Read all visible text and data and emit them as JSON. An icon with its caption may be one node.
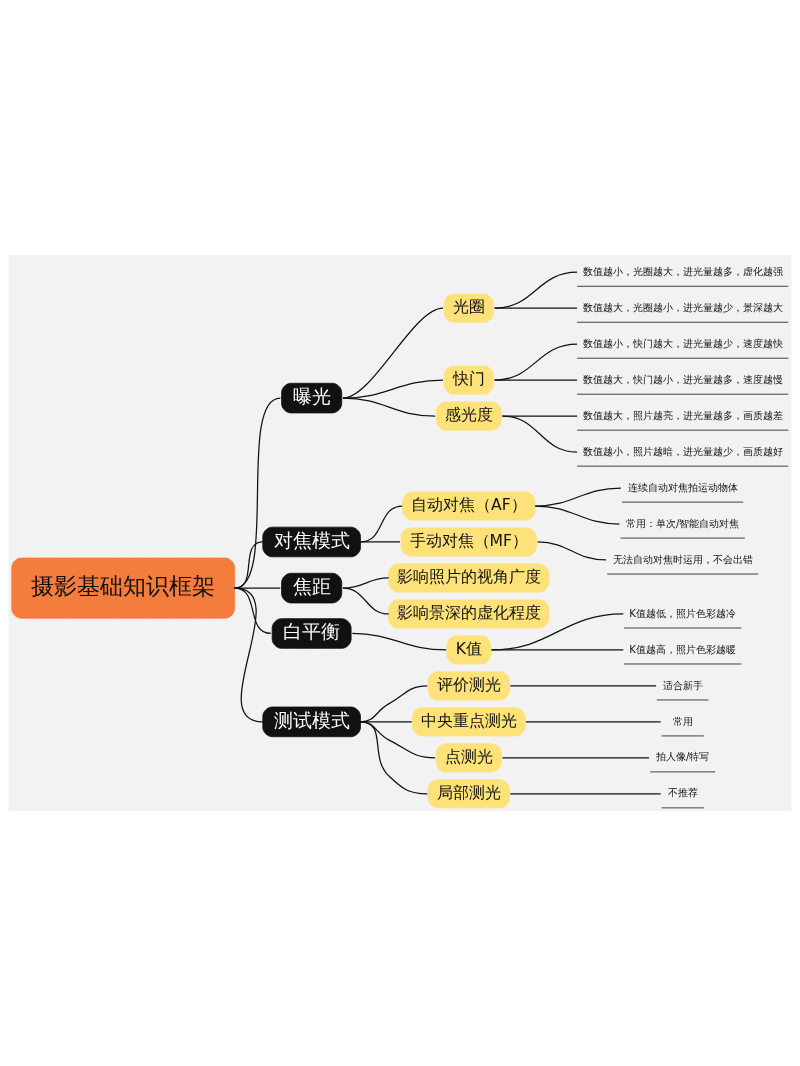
{
  "diagram": {
    "nodes": [
      {
        "text": [
          "摄影基础知识框架"
        ]
      },
      {
        "text": [
          "曝光"
        ]
      },
      {
        "text": [
          "光圈"
        ]
      },
      {
        "text": [
          "数值越小，光圈越大，进光量越多，虚化越强"
        ]
      },
      {
        "text": [
          "数值越大，光圈越小，进光量越少，景深越大"
        ]
      },
      {
        "text": [
          "快门"
        ]
      },
      {
        "text": [
          "数值越小，快门越大，进光量越少，速度越快"
        ]
      },
      {
        "text": [
          "数值越大，快门越小，进光量越多，速度越慢"
        ]
      },
      {
        "text": [
          "感光度"
        ]
      },
      {
        "text": [
          "数值越大，照片越亮，进光量越多，画质越差"
        ]
      },
      {
        "text": [
          "数值越小，照片越暗，进光量越少，画质越好"
        ]
      },
      {
        "text": [
          "对焦模式"
        ]
      },
      {
        "text": [
          "自动对焦（AF）"
        ]
      },
      {
        "text": [
          "连续自动对焦拍运动物体"
        ]
      },
      {
        "text": [
          "常用：单次/智能自动对焦"
        ]
      },
      {
        "text": [
          "手动对焦（MF）"
        ]
      },
      {
        "text": [
          "无法自动对焦时运用，不会出错"
        ]
      },
      {
        "text": [
          "焦距"
        ]
      },
      {
        "text": [
          "影响照片的视角广度"
        ]
      },
      {
        "text": [
          "影响景深的虚化程度"
        ]
      },
      {
        "text": [
          "白平衡"
        ]
      },
      {
        "text": [
          "K值"
        ]
      },
      {
        "text": [
          "K值越低，照片色彩越冷"
        ]
      },
      {
        "text": [
          "K值越高，照片色彩越暖"
        ]
      },
      {
        "text": [
          "测试模式"
        ]
      },
      {
        "text": [
          "评价测光"
        ]
      },
      {
        "text": [
          "适合新手"
        ]
      },
      {
        "text": [
          "中央重点测光"
        ]
      },
      {
        "text": [
          "常用"
        ]
      },
      {
        "text": [
          "点测光"
        ]
      },
      {
        "text": [
          "拍人像/特写"
        ]
      },
      {
        "text": [
          "局部测光"
        ]
      },
      {
        "text": [
          "不推荐"
        ]
      }
    ],
    "edges": [
      {
        "from": 0,
        "to": 1,
        "arrow": "none"
      },
      {
        "from": 1,
        "to": 2,
        "arrow": "none"
      },
      {
        "from": 2,
        "to": 3,
        "arrow": "none"
      },
      {
        "from": 2,
        "to": 4,
        "arrow": "none"
      },
      {
        "from": 1,
        "to": 5,
        "arrow": "none"
      },
      {
        "from": 5,
        "to": 6,
        "arrow": "none"
      },
      {
        "from": 5,
        "to": 7,
        "arrow": "none"
      },
      {
        "from": 1,
        "to": 8,
        "arrow": "none"
      },
      {
        "from": 8,
        "to": 9,
        "arrow": "none"
      },
      {
        "from": 8,
        "to": 10,
        "arrow": "none"
      },
      {
        "from": 0,
        "to": 11,
        "arrow": "none"
      },
      {
        "from": 11,
        "to": 12,
        "arrow": "none"
      },
      {
        "from": 12,
        "to": 13,
        "arrow": "none"
      },
      {
        "from": 12,
        "to": 14,
        "arrow": "none"
      },
      {
        "from": 11,
        "to": 15,
        "arrow": "none"
      },
      {
        "from": 15,
        "to": 16,
        "arrow": "none"
      },
      {
        "from": 0,
        "to": 17,
        "arrow": "none"
      },
      {
        "from": 17,
        "to": 18,
        "arrow": "none"
      },
      {
        "from": 17,
        "to": 19,
        "arrow": "none"
      },
      {
        "from": 0,
        "to": 20,
        "arrow": "none"
      },
      {
        "from": 20,
        "to": 21,
        "arrow": "none"
      },
      {
        "from": 21,
        "to": 22,
        "arrow": "none"
      },
      {
        "from": 21,
        "to": 23,
        "arrow": "none"
      },
      {
        "from": 0,
        "to": 24,
        "arrow": "none"
      },
      {
        "from": 24,
        "to": 25,
        "arrow": "none"
      },
      {
        "from": 25,
        "to": 26,
        "arrow": "none"
      },
      {
        "from": 24,
        "to": 27,
        "arrow": "none"
      },
      {
        "from": 27,
        "to": 28,
        "arrow": "none"
      },
      {
        "from": 24,
        "to": 29,
        "arrow": "none"
      },
      {
        "from": 29,
        "to": 30,
        "arrow": "none"
      },
      {
        "from": 24,
        "to": 31,
        "arrow": "none"
      },
      {
        "from": 31,
        "to": 32,
        "arrow": "none"
      }
    ]
  }
}
